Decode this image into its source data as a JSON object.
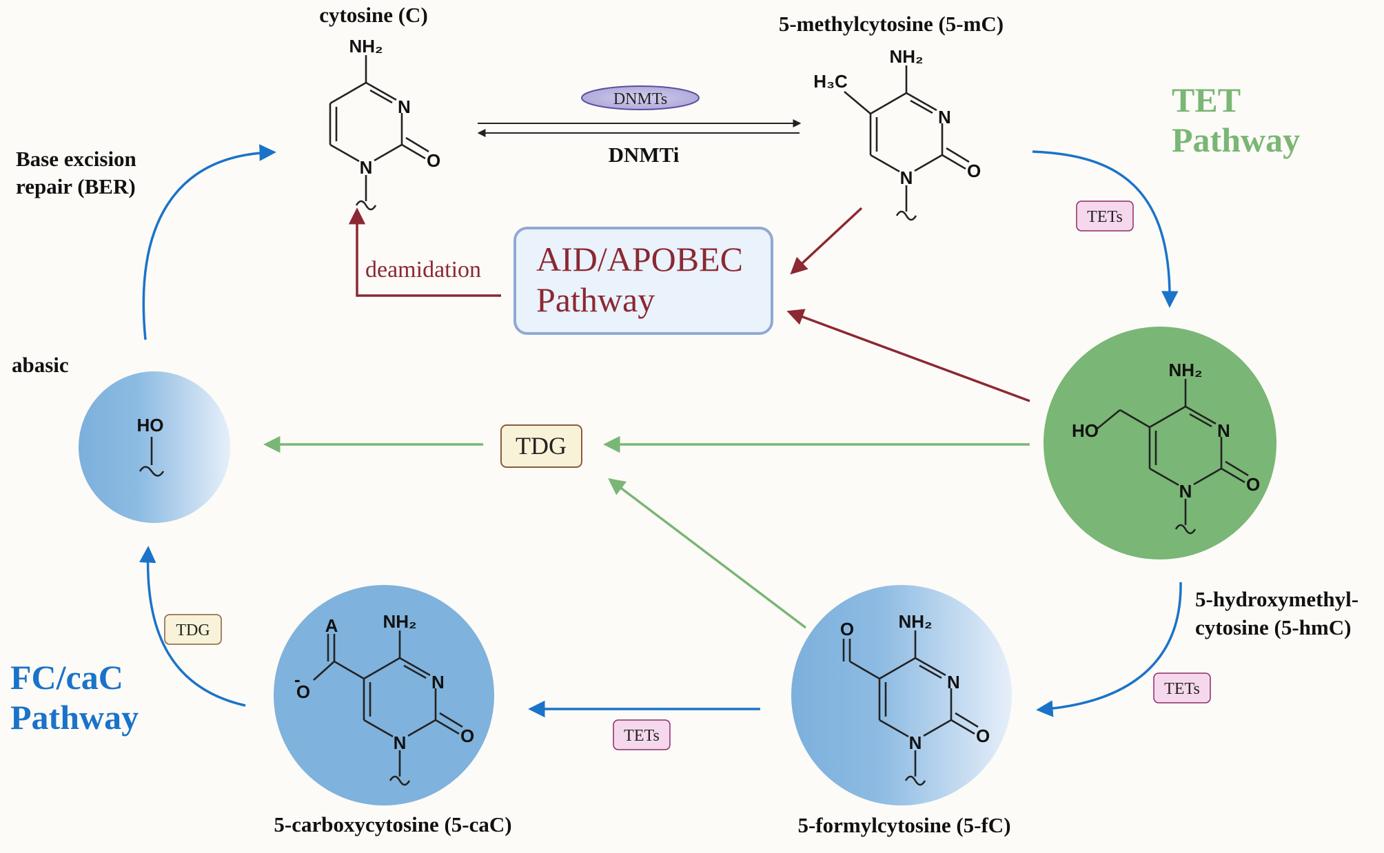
{
  "molecules": {
    "cytosine": {
      "name": "cytosine (C)",
      "nh2": "NH₂",
      "n3": "N",
      "n1": "N",
      "o": "O"
    },
    "methylcytosine": {
      "name": "5-methylcytosine (5-mC)",
      "nh2": "NH₂",
      "n3": "N",
      "n1": "N",
      "o": "O",
      "sub": "H₃C"
    },
    "hydroxymethylcytosine": {
      "name_line1": "5-hydroxymethyl-",
      "name_line2": "cytosine (5-hmC)",
      "nh2": "NH₂",
      "n3": "N",
      "n1": "N",
      "o": "O",
      "sub": "HO"
    },
    "formylcytosine": {
      "name": "5-formylcytosine (5-fC)",
      "nh2": "NH₂",
      "n3": "N",
      "n1": "N",
      "o": "O",
      "sub": "O"
    },
    "carboxycytosine": {
      "name": "5-carboxycytosine (5-caC)",
      "nh2": "NH₂",
      "n3": "N",
      "n1": "N",
      "o": "O",
      "sub_top": "A",
      "sub_o": "O",
      "sub_charge": "-"
    },
    "abasic": {
      "name": "abasic",
      "ho": "HO"
    }
  },
  "reactions": {
    "dnmts": "DNMTs",
    "dnmti": "DNMTi",
    "deamidation": "deamidation",
    "ber_line1": "Base excision",
    "ber_line2": "repair (BER)",
    "tets_1": "TETs",
    "tets_2": "TETs",
    "tets_3": "TETs",
    "tdg_main": "TDG",
    "tdg_small": "TDG"
  },
  "pathways": {
    "tet_line1": "TET",
    "tet_line2": "Pathway",
    "aid_line1": "AID/APOBEC",
    "aid_line2": "Pathway",
    "fccac_line1": "FC/caC",
    "fccac_line2": "Pathway"
  },
  "colors": {
    "blue": "#1a73c9",
    "green": "#7ab675",
    "red": "#8b2832",
    "tdg_fill": "#f8f3d8",
    "tets_fill": "#f6d8ec"
  }
}
